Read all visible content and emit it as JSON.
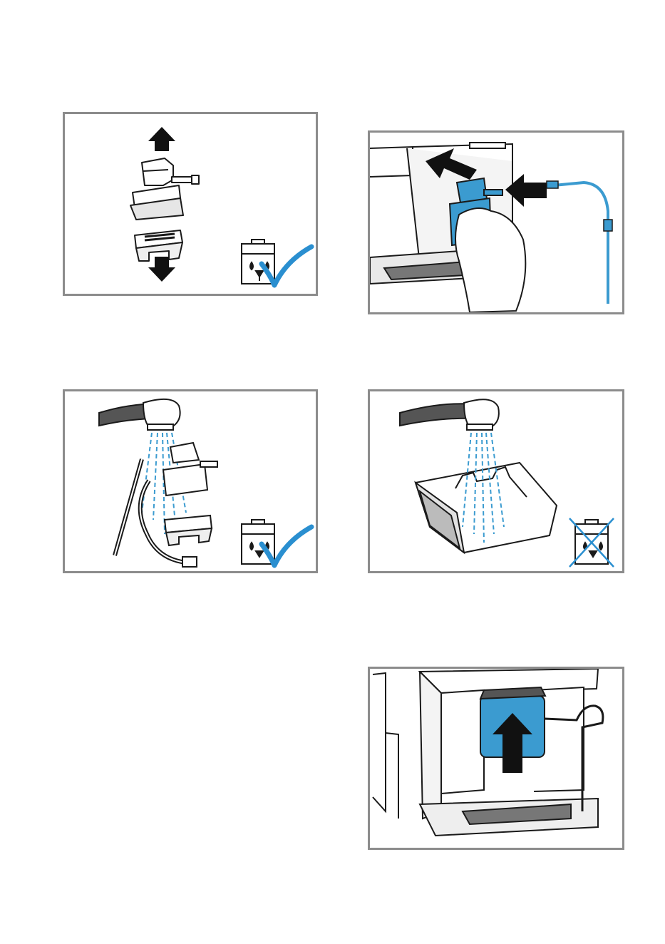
{
  "figures": [
    {
      "id": "remove-parts",
      "dishwasher_safe": true
    },
    {
      "id": "reattach-milk-system",
      "dishwasher_safe": null
    },
    {
      "id": "rinse-parts-under-tap",
      "dishwasher_safe": true
    },
    {
      "id": "rinse-drip-tray-under-tap",
      "dishwasher_safe": false
    },
    {
      "id": "insert-milk-module",
      "dishwasher_safe": null
    }
  ],
  "colors": {
    "frame": "#8c8c8c",
    "accent_blue": "#3b9bd0",
    "line": "#1a1a1a",
    "shade": "#d8d8d8",
    "check_blue": "#2a8fd0"
  },
  "icons": [
    "arrow-up-icon",
    "arrow-down-icon",
    "dishwasher-icon",
    "checkmark-icon",
    "cross-icon",
    "arrow-right-icon",
    "water-spray-icon"
  ]
}
